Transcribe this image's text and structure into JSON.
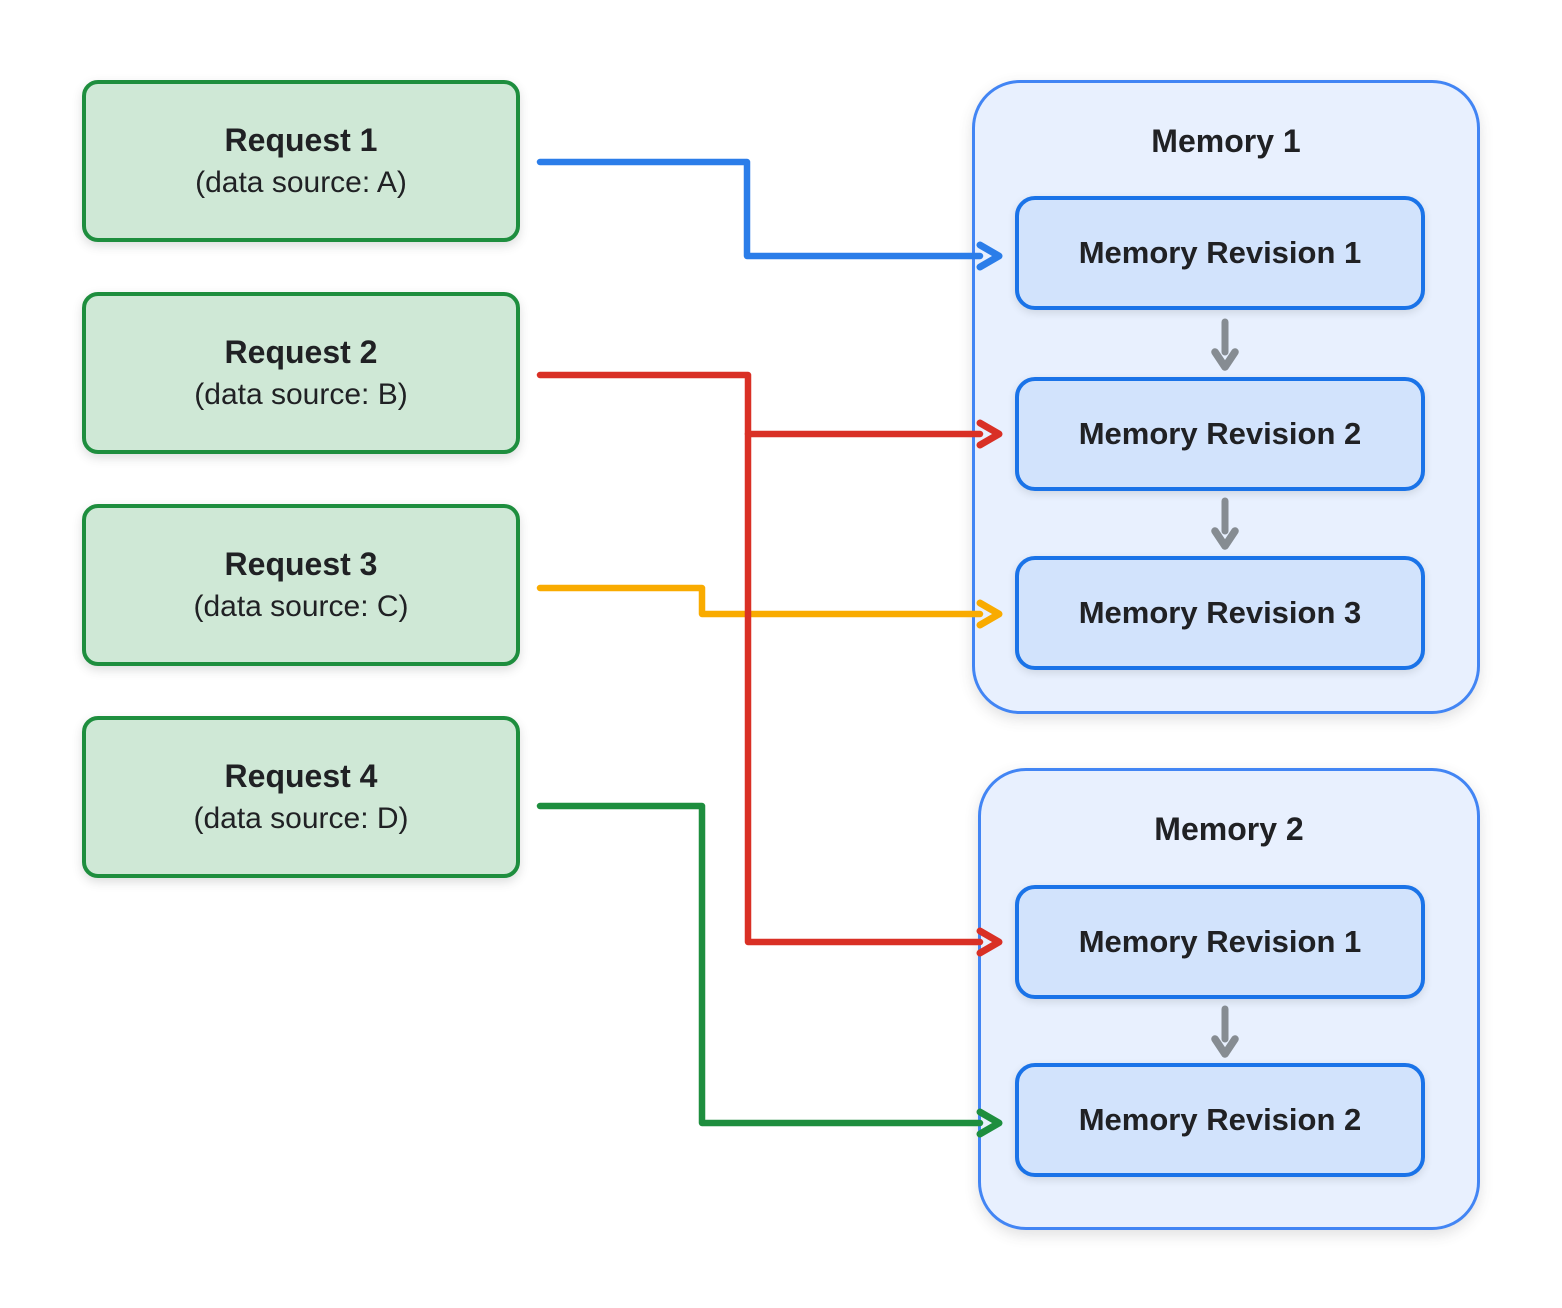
{
  "page": {
    "background": "#ffffff",
    "description": "Diagram mapping requests with data sources to memory revisions"
  },
  "requests": [
    {
      "title": "Request 1",
      "subtitle": "(data source: A)"
    },
    {
      "title": "Request 2",
      "subtitle": "(data source: B)"
    },
    {
      "title": "Request 3",
      "subtitle": "(data source: C)"
    },
    {
      "title": "Request 4",
      "subtitle": "(data source: D)"
    }
  ],
  "memories": [
    {
      "title": "Memory 1",
      "revisions": [
        "Memory Revision 1",
        "Memory Revision 2",
        "Memory Revision 3"
      ]
    },
    {
      "title": "Memory 2",
      "revisions": [
        "Memory Revision 1",
        "Memory Revision 2"
      ]
    }
  ],
  "connections": [
    {
      "from": "Request 1 (data source: A)",
      "to": "Memory 1 / Memory Revision 1",
      "color": "#2b7de9",
      "color_name": "blue"
    },
    {
      "from": "Request 2 (data source: B)",
      "to": "Memory 1 / Memory Revision 2",
      "color": "#d93025",
      "color_name": "red"
    },
    {
      "from": "Request 2 (data source: B)",
      "to": "Memory 2 / Memory Revision 1",
      "color": "#d93025",
      "color_name": "red"
    },
    {
      "from": "Request 3 (data source: C)",
      "to": "Memory 1 / Memory Revision 3",
      "color": "#f9ab00",
      "color_name": "yellow"
    },
    {
      "from": "Request 4 (data source: D)",
      "to": "Memory 2 / Memory Revision 2",
      "color": "#1e8e3e",
      "color_name": "green"
    }
  ],
  "revision_flow": [
    {
      "from": "Memory 1 / Memory Revision 1",
      "to": "Memory 1 / Memory Revision 2",
      "color": "#868c92"
    },
    {
      "from": "Memory 1 / Memory Revision 2",
      "to": "Memory 1 / Memory Revision 3",
      "color": "#868c92"
    },
    {
      "from": "Memory 2 / Memory Revision 1",
      "to": "Memory 2 / Memory Revision 2",
      "color": "#868c92"
    }
  ],
  "colors": {
    "request_fill": "#cfe8d6",
    "request_border": "#1e8e3e",
    "memory_fill": "#e8f0fe",
    "memory_border": "#4285f4",
    "revision_fill": "#d2e3fc",
    "revision_border": "#1a73e8",
    "flow_arrow_gray": "#868c92",
    "text": "#202124"
  }
}
